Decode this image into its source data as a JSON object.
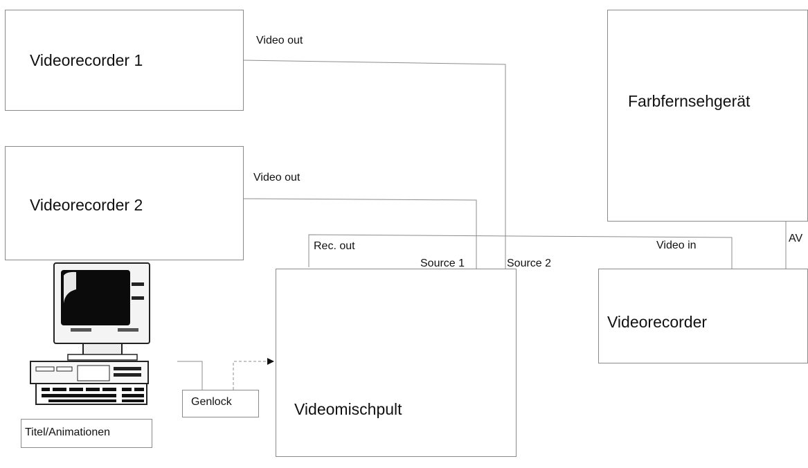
{
  "devices": {
    "vcr1": "Videorecorder 1",
    "vcr2": "Videorecorder 2",
    "tv": "Farbfernsehgerät",
    "vcr_main": "Videorecorder",
    "mixer": "Videomischpult",
    "computer": "Titel/Animationen"
  },
  "ports": {
    "vcr1_video_out": "Video out",
    "vcr2_video_out": "Video out",
    "rec_out": "Rec. out",
    "source1": "Source 1",
    "source2": "Source 2",
    "video_in": "Video in",
    "av": "AV",
    "genlock": "Genlock"
  },
  "icons": {
    "computer": "desktop-computer-icon"
  }
}
